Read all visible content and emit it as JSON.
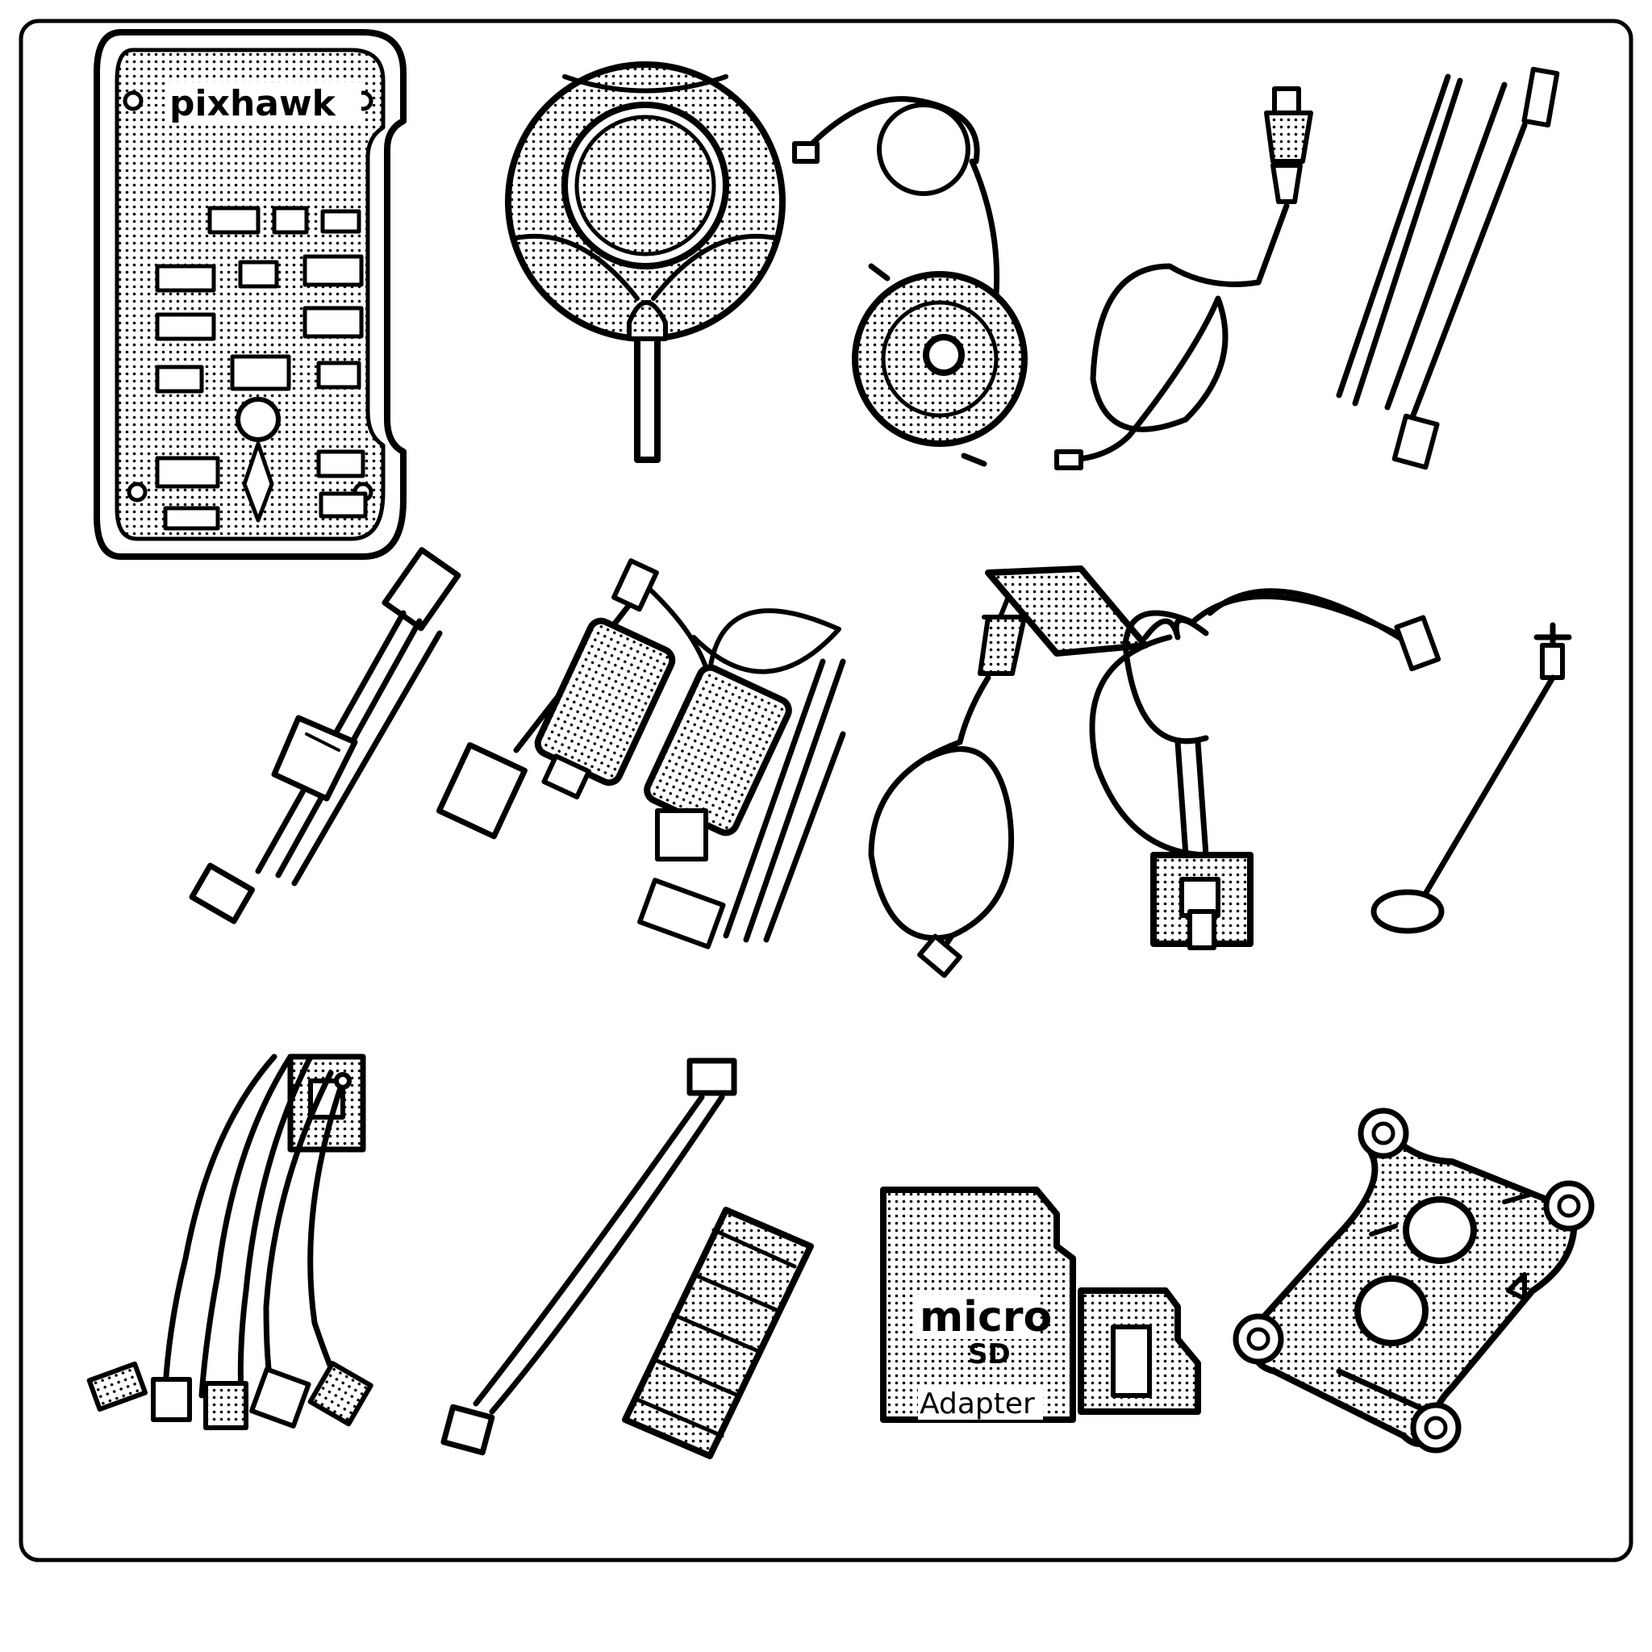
{
  "colors": {
    "ink": "#000000",
    "paper": "#ffffff"
  },
  "labels": {
    "controller_brand": "pixhawk",
    "sd_card_word": "micro",
    "sd_logo_mark": "SD",
    "adapter_word": "Adapter"
  },
  "icons": [
    "flight-controller-icon",
    "gps-module-icon",
    "buzzer-icon",
    "safety-switch-cable-icon",
    "servo-cable-icon",
    "power-module-icon",
    "telemetry-radio-icon",
    "i2c-splitter-icon",
    "ppm-encoder-cable-icon",
    "gps-mast-icon",
    "cable-harness-icon",
    "jumper-cable-icon",
    "header-strip-icon",
    "microsd-card-icon",
    "sd-adapter-icon",
    "mounting-plate-icon"
  ]
}
